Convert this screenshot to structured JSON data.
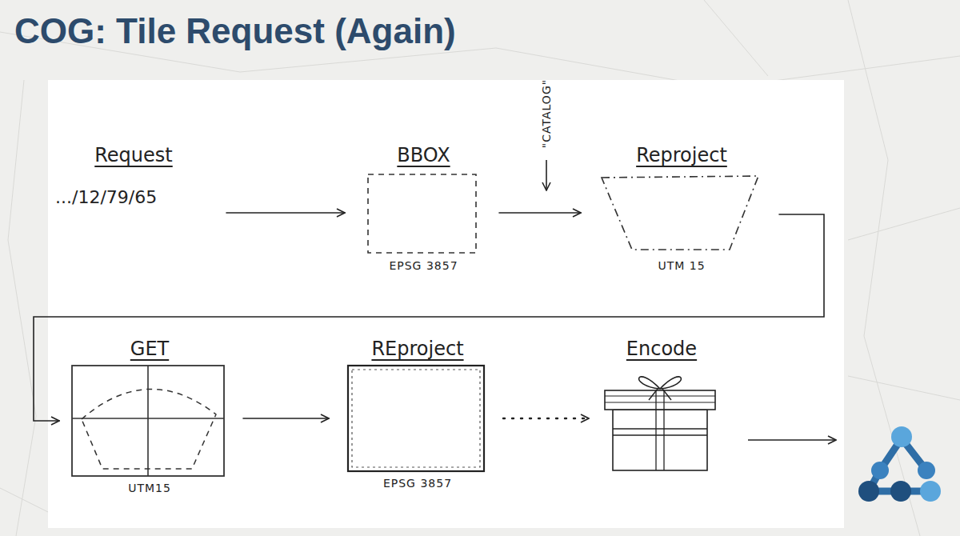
{
  "diagram": {
    "title": "COG: Tile Request (Again)",
    "nodes": [
      {
        "text": [
          "Request",
          ".../12/79/65"
        ]
      },
      {
        "text": [
          "BBOX",
          "EPSG 3857"
        ]
      },
      {
        "text": [
          "Reproject",
          "UTM 15"
        ]
      },
      {
        "text": [
          "GET",
          "UTM15"
        ]
      },
      {
        "text": [
          "REproject",
          "EPSG 3857"
        ]
      },
      {
        "text": [
          "Encode"
        ]
      }
    ],
    "edges": [
      {
        "from": 0,
        "to": 1,
        "arrow": "to"
      },
      {
        "from": 1,
        "to": 2,
        "arrow": "to"
      },
      {
        "from": 2,
        "to": 3,
        "arrow": "to"
      },
      {
        "from": 3,
        "to": 4,
        "arrow": "to"
      },
      {
        "from": 4,
        "to": 5,
        "arrow": "to"
      }
    ],
    "labels": [
      "\"CATALOG\""
    ]
  }
}
